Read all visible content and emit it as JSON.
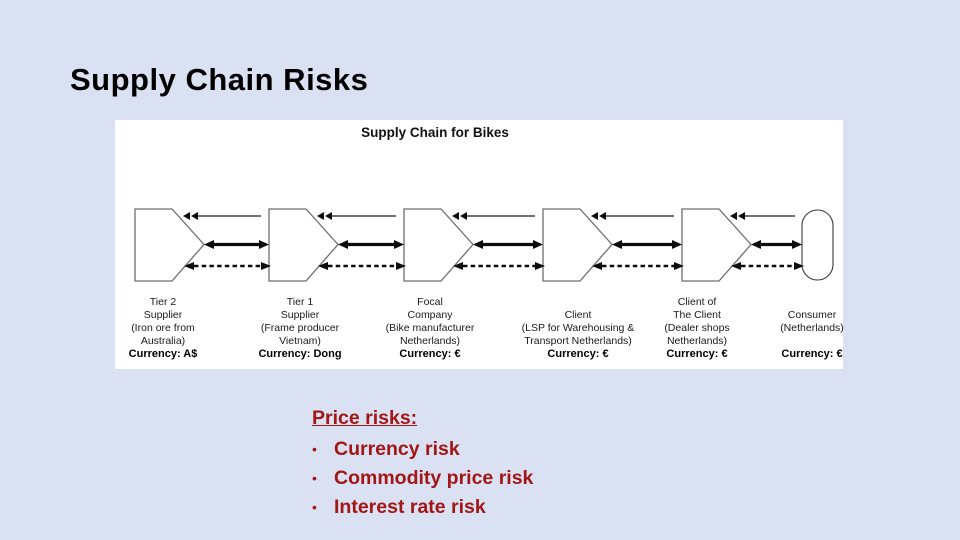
{
  "slide": {
    "title": "Supply Chain Risks",
    "background_color": "#d9e1f2"
  },
  "diagram": {
    "title": "Supply Chain for Bikes",
    "panel_color": "#ffffff",
    "entities": [
      {
        "lines": [
          "Tier 2",
          "Supplier",
          "(Iron ore from",
          "Australia)"
        ],
        "currency": "Currency: A$"
      },
      {
        "lines": [
          "Tier 1",
          "Supplier",
          "(Frame producer",
          "Vietnam)"
        ],
        "currency": "Currency: Dong"
      },
      {
        "lines": [
          "Focal",
          "Company",
          "(Bike manufacturer",
          "Netherlands)"
        ],
        "currency": "Currency: €"
      },
      {
        "lines": [
          "",
          "Client",
          "(LSP for Warehousing &",
          "Transport Netherlands)"
        ],
        "currency": "Currency: €"
      },
      {
        "lines": [
          "Client of",
          "The Client",
          "(Dealer shops",
          "Netherlands)"
        ],
        "currency": "Currency: €"
      },
      {
        "lines": [
          "",
          "Consumer",
          "(Netherlands)",
          ""
        ],
        "currency": "Currency: €"
      }
    ]
  },
  "risks": {
    "heading": "Price risks:",
    "bullet": "•",
    "items": [
      "Currency risk",
      "Commodity price risk",
      "Interest rate risk"
    ],
    "text_color": "#a21616"
  }
}
